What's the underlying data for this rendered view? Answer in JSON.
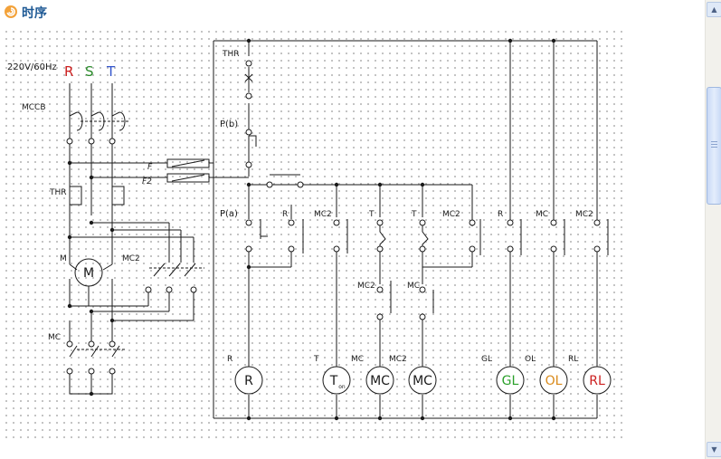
{
  "title": "时序",
  "power": {
    "voltage": "220V/60Hz",
    "r": "R",
    "s": "S",
    "t": "T"
  },
  "labels": {
    "mccb": "MCCB",
    "thr_left": "THR",
    "m_label": "M",
    "motor": "M",
    "mc2_left": "MC2",
    "mc_left": "MC",
    "f": "F",
    "f2": "F2",
    "thr_ctrl": "THR",
    "pb": "P(b)",
    "pa": "P(a)",
    "r_contact": "R",
    "mc2_c1": "MC2",
    "t_c1": "T",
    "t_c2": "T",
    "mc2_c2": "MC2",
    "mc2_lower": "MC2",
    "mc_lower": "MC",
    "r_gl": "R",
    "mc_ol": "MC",
    "mc2_rl": "MC2",
    "coil_r_top": "R",
    "coil_t_top": "T",
    "coil_mc_top": "MC",
    "coil_mc2_top": "MC2",
    "gl_top": "GL",
    "ol_top": "OL",
    "rl_top": "RL"
  },
  "coils": {
    "r": "R",
    "t": "T",
    "t_sub": "on",
    "mc": "MC",
    "mc2": "MC",
    "gl": "GL",
    "ol": "OL",
    "rl": "RL"
  },
  "colors": {
    "r_phase": "#cc2020",
    "s_phase": "#2a8a2a",
    "t_phase": "#3355cc",
    "gl": "#2aa02a",
    "ol": "#d98a1a",
    "rl": "#cc2020",
    "title": "#1f5a95"
  },
  "scrollbar": {
    "up": "up-arrow-icon",
    "down": "down-arrow-icon"
  }
}
